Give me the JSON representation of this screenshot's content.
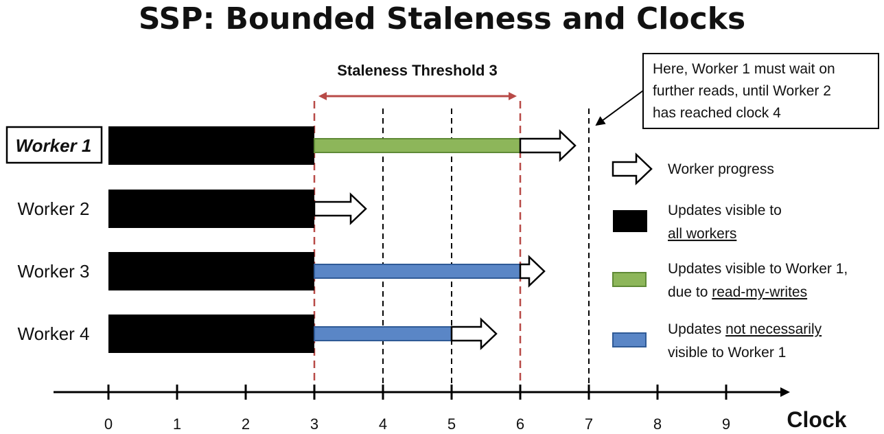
{
  "title": "SSP: Bounded Staleness and Clocks",
  "threshold_label": "Staleness Threshold 3",
  "callout": {
    "lines": [
      "Here, Worker 1 must wait on",
      "further reads, until Worker 2",
      "has reached clock 4"
    ]
  },
  "workers": [
    {
      "label": "Worker 1",
      "emphasized": true,
      "visible_to_all_until": 3,
      "local_updates": {
        "kind": "read-my-writes",
        "from": 3,
        "to": 6
      },
      "progress_to": 6.8
    },
    {
      "label": "Worker 2",
      "emphasized": false,
      "visible_to_all_until": 3,
      "local_updates": null,
      "progress_to": 3.75
    },
    {
      "label": "Worker 3",
      "emphasized": false,
      "visible_to_all_until": 3,
      "local_updates": {
        "kind": "not-necessarily-visible",
        "from": 3,
        "to": 6
      },
      "progress_to": 6.35
    },
    {
      "label": "Worker 4",
      "emphasized": false,
      "visible_to_all_until": 3,
      "local_updates": {
        "kind": "not-necessarily-visible",
        "from": 3,
        "to": 5
      },
      "progress_to": 5.65
    }
  ],
  "axis": {
    "label": "Clock",
    "ticks": [
      "0",
      "1",
      "2",
      "3",
      "4",
      "5",
      "6",
      "7",
      "8",
      "9"
    ],
    "threshold_range": [
      3,
      6
    ],
    "black_dashed_clocks": [
      4,
      5,
      7
    ]
  },
  "legend": [
    {
      "kind": "progress",
      "lines": [
        {
          "text": "Worker progress",
          "underline": false
        }
      ]
    },
    {
      "kind": "all-workers",
      "lines": [
        {
          "text": "Updates visible to",
          "underline": false
        },
        {
          "text": "all workers",
          "underline": true
        }
      ]
    },
    {
      "kind": "read-my-writes",
      "lines": [
        {
          "text": "Updates visible to Worker 1,",
          "underline": false
        },
        {
          "prefix": "due to ",
          "text": "read-my-writes",
          "underline": true
        }
      ]
    },
    {
      "kind": "not-necessarily-visible",
      "lines": [
        {
          "prefix": "Updates ",
          "text": "not necessarily",
          "underline": true
        },
        {
          "text": "visible to Worker 1",
          "underline": false
        }
      ]
    }
  ],
  "colors": {
    "all-workers": "#000000",
    "read-my-writes": "#8db65a",
    "read-my-writes-border": "#5f8a36",
    "not-necessarily-visible": "#5a86c6",
    "not-necessarily-visible-border": "#2f5a96",
    "threshold": "#b84a47"
  }
}
